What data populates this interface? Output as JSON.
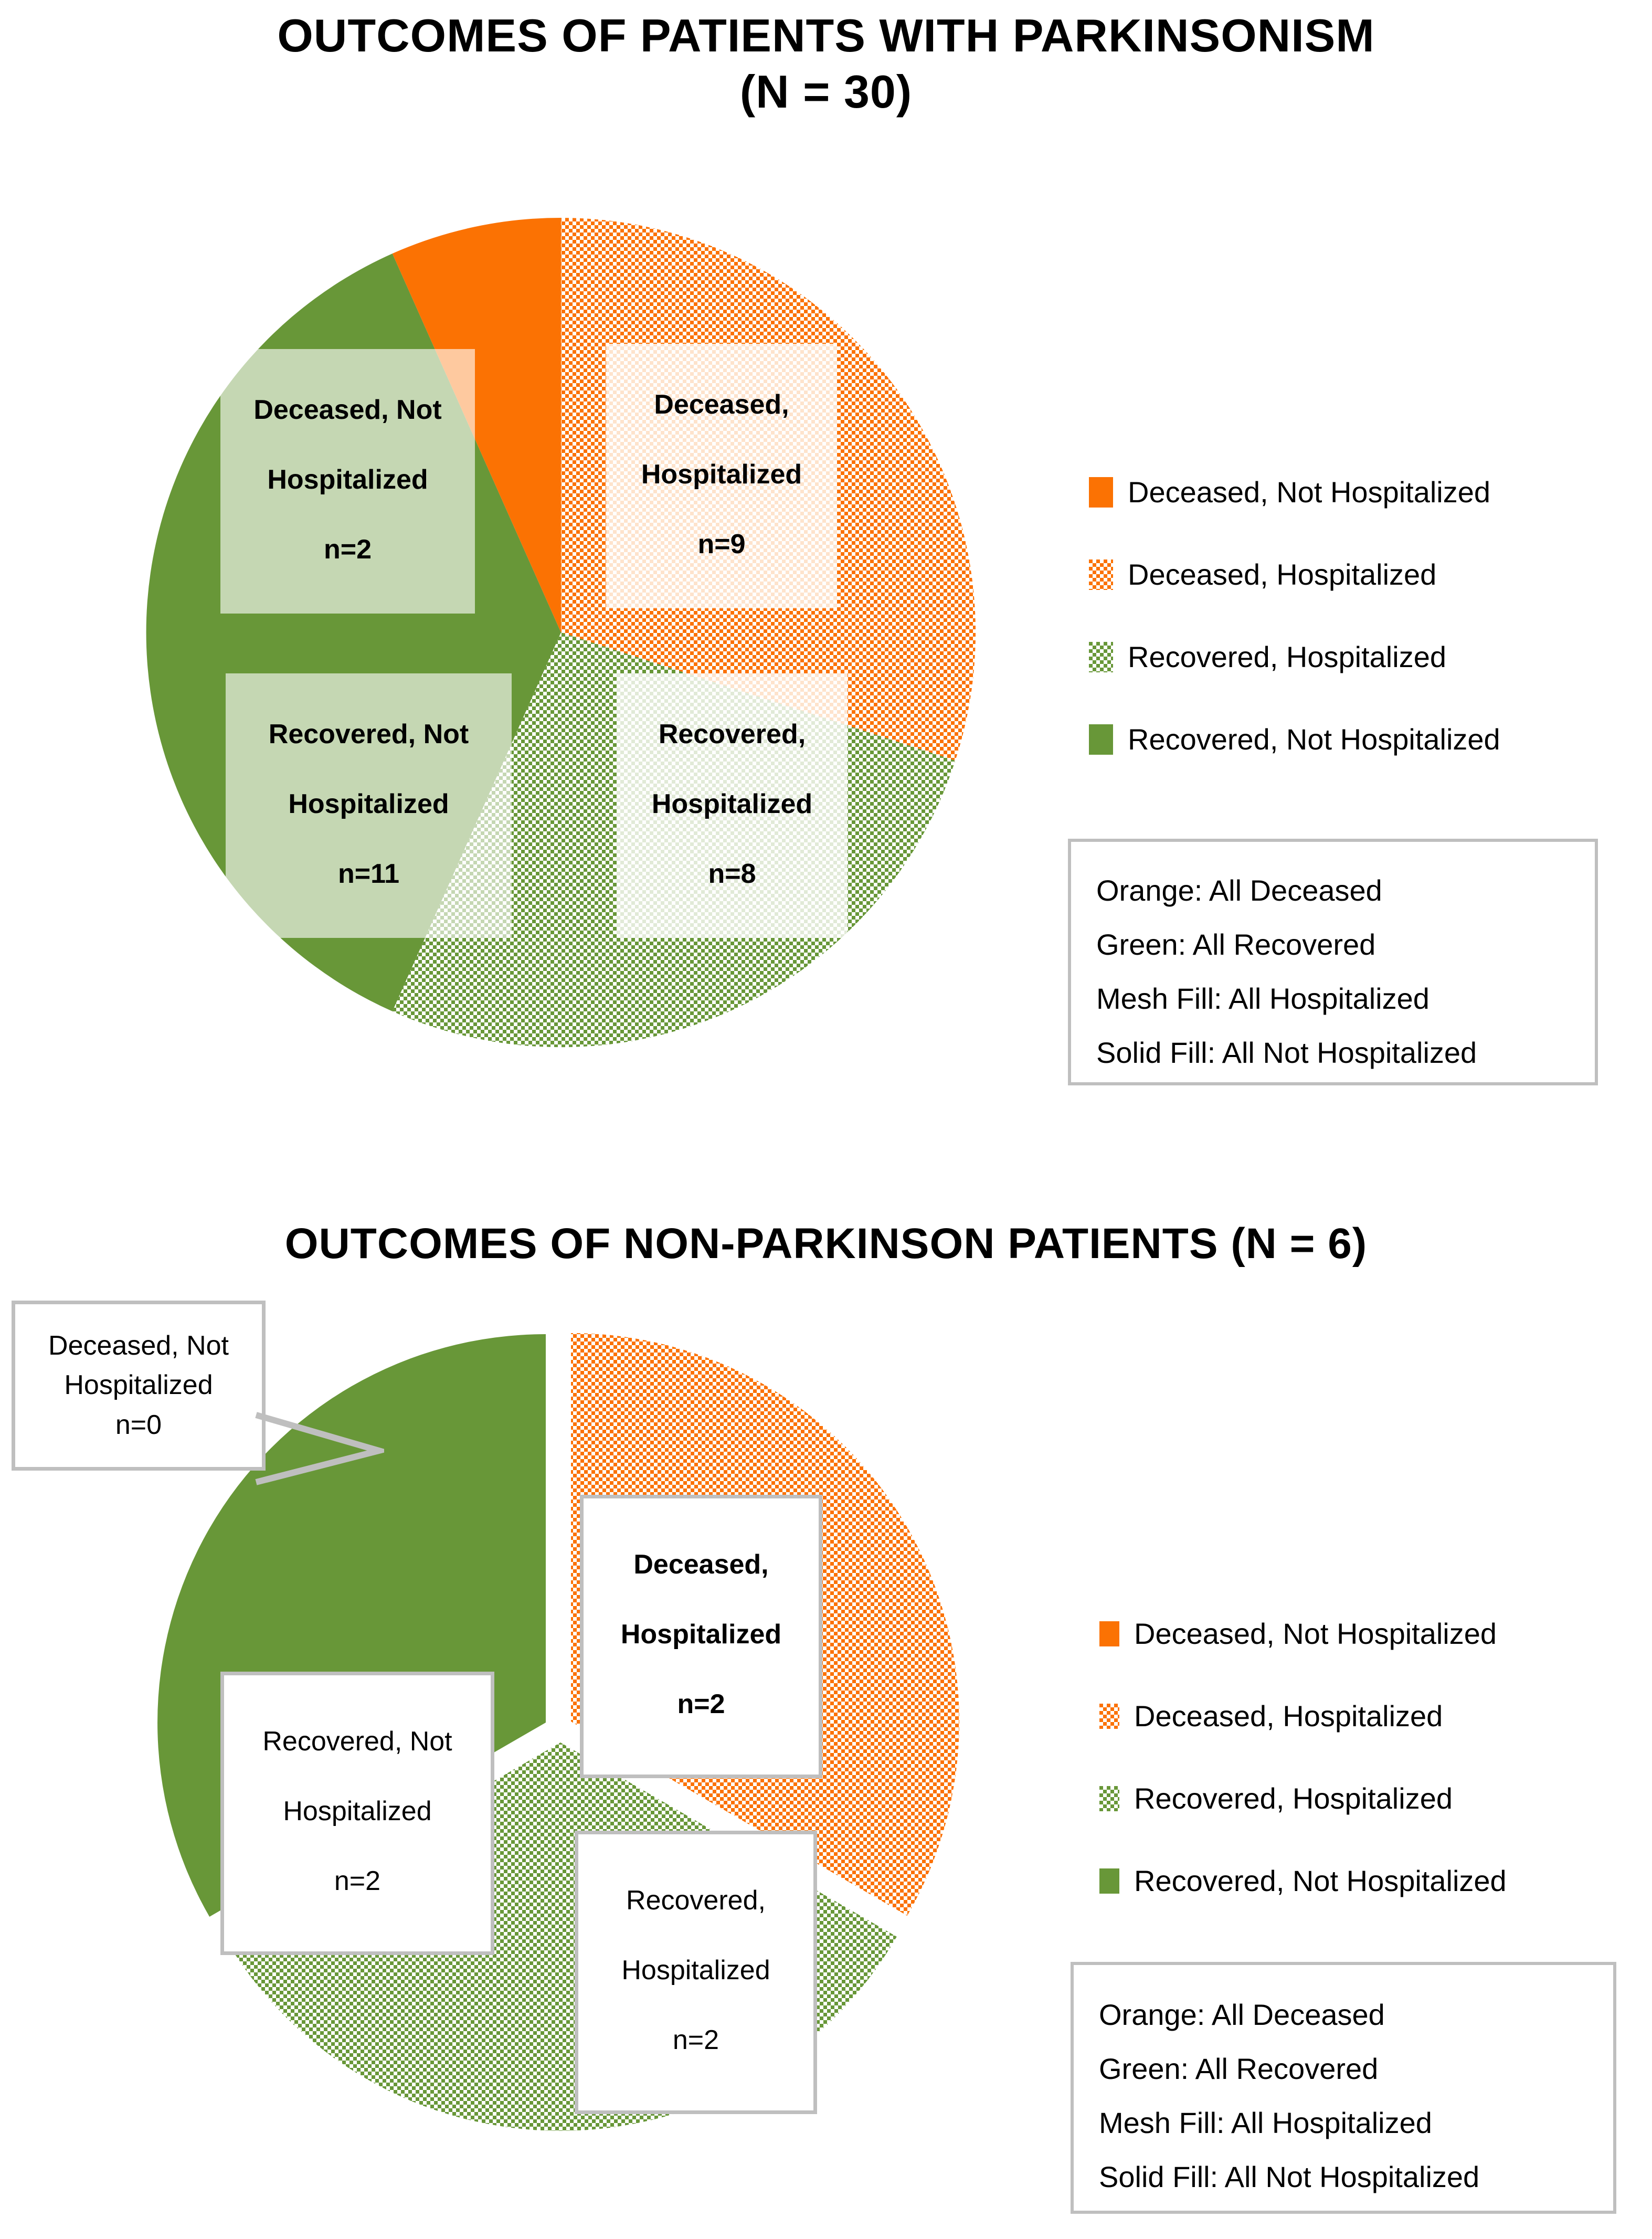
{
  "colors": {
    "orange": "#FB7203",
    "green": "#689738",
    "mesh_background": "#FFFFFF",
    "box_border": "#BFBFBF",
    "text": "#000000"
  },
  "charts": [
    {
      "id": "parkinsonism",
      "title": "OUTCOMES OF PATIENTS WITH PARKINSONISM (N = 30)",
      "slice_labels": [
        {
          "name": "deceased-not-hospitalized",
          "line1": "Deceased, Not",
          "line2": "Hospitalized",
          "line3": "n=2"
        },
        {
          "name": "deceased-hospitalized",
          "line1": "Deceased,",
          "line2": "Hospitalized",
          "line3": "n=9"
        },
        {
          "name": "recovered-not-hospitalized",
          "line1": "Recovered, Not",
          "line2": "Hospitalized",
          "line3": "n=11"
        },
        {
          "name": "recovered-hospitalized",
          "line1": "Recovered,",
          "line2": "Hospitalized",
          "line3": "n=8"
        }
      ],
      "legend": [
        {
          "label": "Deceased, Not Hospitalized",
          "swatch": "solid-orange"
        },
        {
          "label": "Deceased, Hospitalized",
          "swatch": "mesh-orange"
        },
        {
          "label": "Recovered, Hospitalized",
          "swatch": "mesh-green"
        },
        {
          "label": "Recovered, Not Hospitalized",
          "swatch": "solid-green"
        }
      ],
      "note": [
        "Orange: All Deceased",
        "Green: All Recovered",
        "Mesh Fill: All Hospitalized",
        "Solid Fill: All Not Hospitalized"
      ]
    },
    {
      "id": "non-parkinson",
      "title": "OUTCOMES OF NON-PARKINSON PATIENTS (N = 6)",
      "callout": {
        "line1": "Deceased, Not",
        "line2": "Hospitalized",
        "line3": "n=0"
      },
      "slice_labels": [
        {
          "name": "deceased-hospitalized",
          "line1": "Deceased,",
          "line2": "Hospitalized",
          "line3": "n=2"
        },
        {
          "name": "recovered-not-hospitalized",
          "line1": "Recovered, Not",
          "line2": "Hospitalized",
          "line3": "n=2"
        },
        {
          "name": "recovered-hospitalized",
          "line1": "Recovered,",
          "line2": "Hospitalized",
          "line3": "n=2"
        }
      ],
      "legend": [
        {
          "label": "Deceased, Not Hospitalized",
          "swatch": "solid-orange"
        },
        {
          "label": "Deceased, Hospitalized",
          "swatch": "mesh-orange"
        },
        {
          "label": "Recovered, Hospitalized",
          "swatch": "mesh-green"
        },
        {
          "label": "Recovered, Not Hospitalized",
          "swatch": "solid-green"
        }
      ],
      "note": [
        "Orange: All Deceased",
        "Green: All Recovered",
        "Mesh Fill: All Hospitalized",
        "Solid Fill: All Not Hospitalized"
      ]
    }
  ],
  "chart_data": [
    {
      "type": "pie",
      "title": "OUTCOMES OF PATIENTS WITH PARKINSONISM (N = 30)",
      "total": 30,
      "categories": [
        "Deceased, Hospitalized",
        "Recovered, Hospitalized",
        "Recovered, Not Hospitalized",
        "Deceased, Not Hospitalized"
      ],
      "values": [
        9,
        8,
        11,
        2
      ],
      "labels": [
        "n=9",
        "n=8",
        "n=11",
        "n=2"
      ],
      "percentages": [
        30.0,
        26.7,
        36.7,
        6.7
      ],
      "slice_angles_deg": [
        108,
        96,
        132,
        24
      ],
      "colors": [
        "#FB7203",
        "#689738",
        "#689738",
        "#FB7203"
      ],
      "fills": [
        "mesh",
        "mesh",
        "solid",
        "solid"
      ],
      "start_angle_deg": 0,
      "direction": "clockwise",
      "legend_position": "right",
      "exploded": false
    },
    {
      "type": "pie",
      "title": "OUTCOMES OF NON-PARKINSON PATIENTS (N = 6)",
      "total": 6,
      "categories": [
        "Deceased, Hospitalized",
        "Recovered, Hospitalized",
        "Recovered, Not Hospitalized",
        "Deceased, Not Hospitalized"
      ],
      "values": [
        2,
        2,
        2,
        0
      ],
      "labels": [
        "n=2",
        "n=2",
        "n=2",
        "n=0"
      ],
      "percentages": [
        33.3,
        33.3,
        33.3,
        0.0
      ],
      "slice_angles_deg": [
        120,
        120,
        120,
        0
      ],
      "colors": [
        "#FB7203",
        "#689738",
        "#689738",
        "#FB7203"
      ],
      "fills": [
        "mesh",
        "mesh",
        "solid",
        "solid"
      ],
      "start_angle_deg": 0,
      "direction": "clockwise",
      "legend_position": "right",
      "exploded": true
    }
  ]
}
